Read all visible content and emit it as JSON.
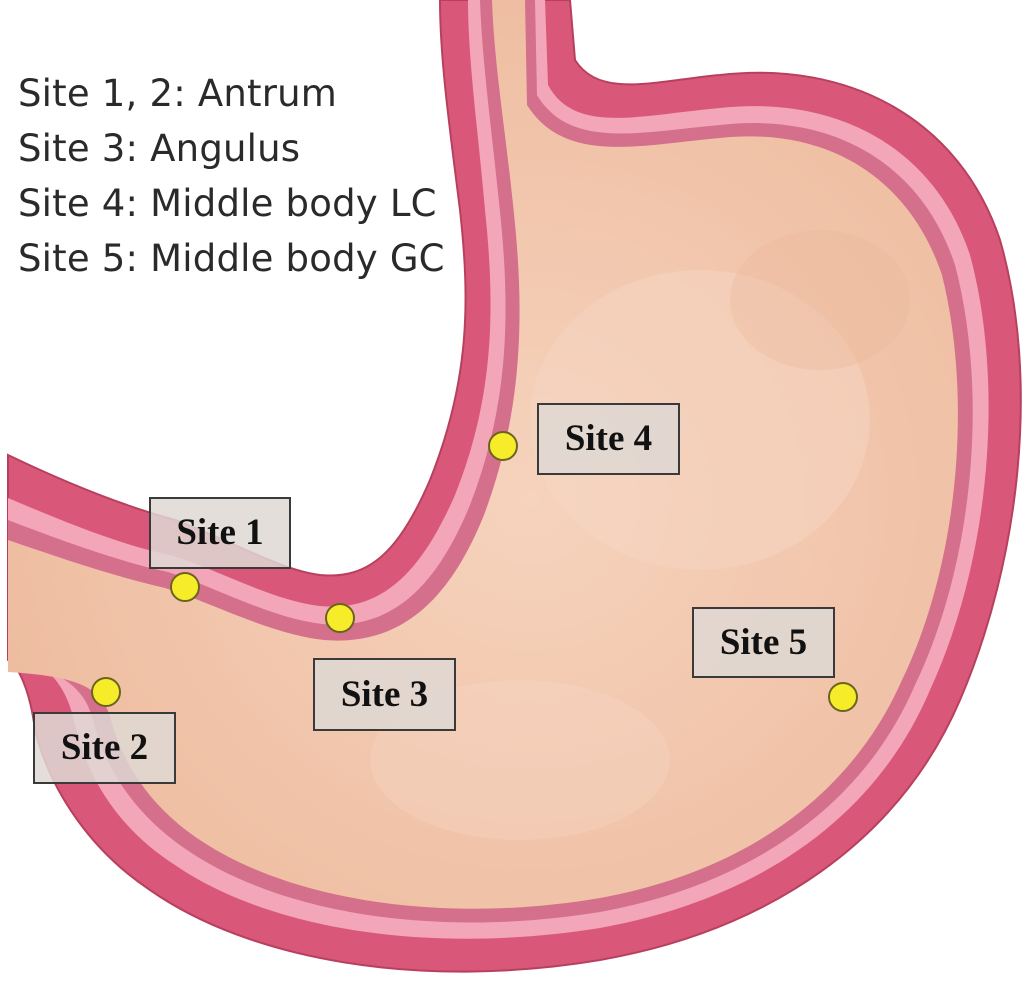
{
  "legend": {
    "lines": [
      "Site 1, 2: Antrum",
      "Site 3: Angulus",
      "Site 4: Middle body LC",
      "Site 5: Middle body GC"
    ]
  },
  "sites": [
    {
      "label": "Site 1"
    },
    {
      "label": "Site 2"
    },
    {
      "label": "Site 3"
    },
    {
      "label": "Site 4"
    },
    {
      "label": "Site 5"
    }
  ],
  "colors": {
    "outer_wall": "#d9587a",
    "outer_wall_dark": "#c2456a",
    "submucosa": "#f3a6b8",
    "inner_line": "#d46f8c",
    "lumen": "#f0c4a8",
    "lumen_highlight": "#f6d3bd",
    "marker_fill": "#f6ec2a",
    "marker_stroke": "#6b6320",
    "label_border": "#3a3a3a",
    "label_background": "#ded8d4",
    "legend_text": "#2a2a2a"
  }
}
